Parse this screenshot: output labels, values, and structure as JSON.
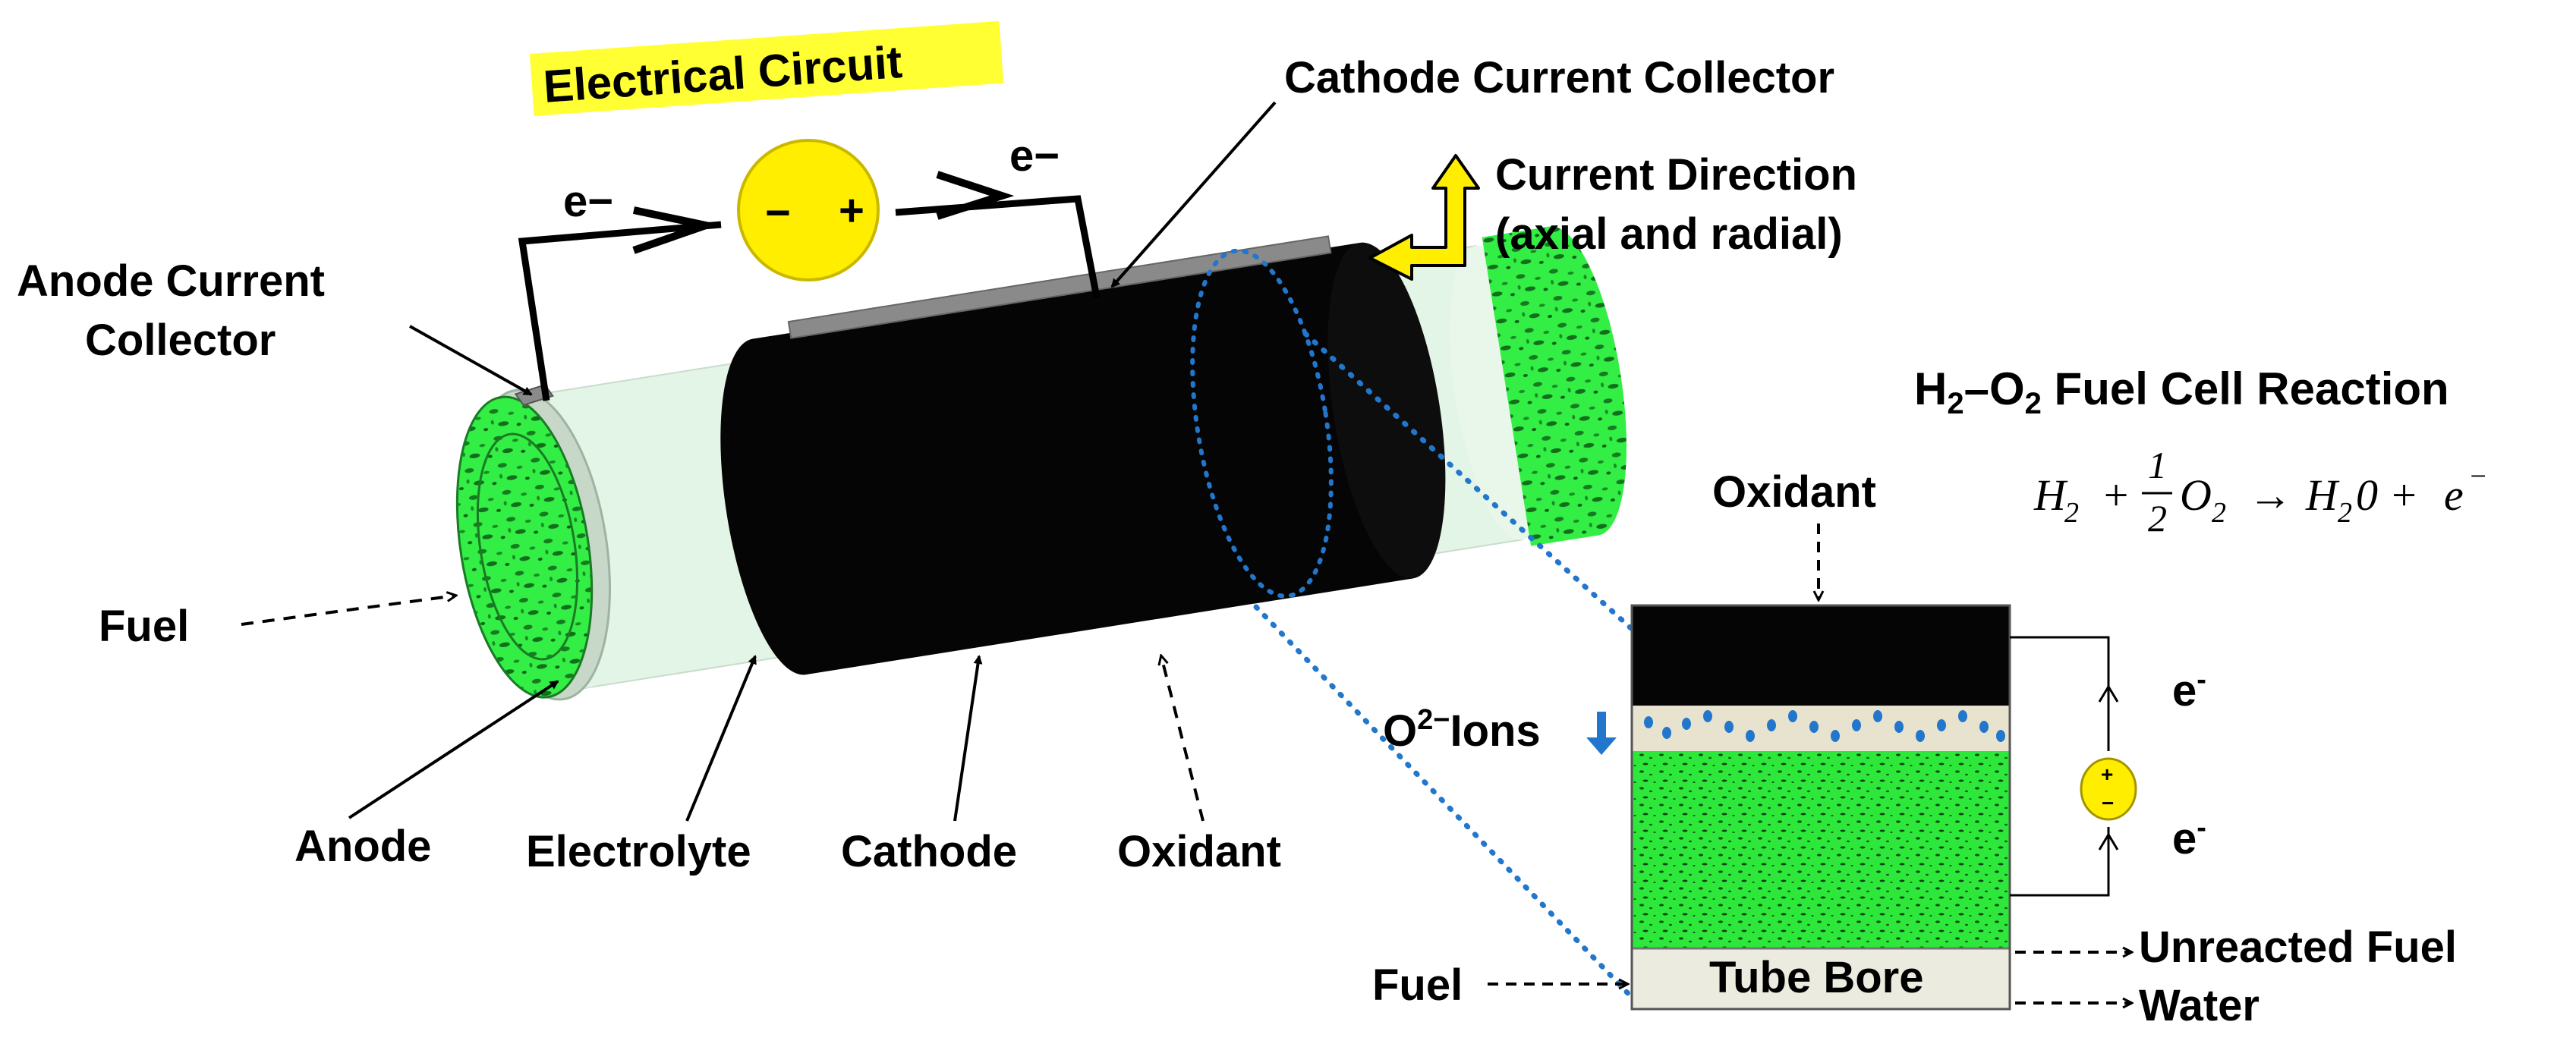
{
  "labels": {
    "electrical_circuit": "Electrical Circuit",
    "cathode_current_collector": "Cathode Current Collector",
    "current_direction_line1": "Current Direction",
    "current_direction_line2": "(axial and radial)",
    "anode_current_collector_line1": "Anode Current",
    "anode_current_collector_line2": "Collector",
    "fuel": "Fuel",
    "anode": "Anode",
    "electrolyte": "Electrolyte",
    "cathode": "Cathode",
    "oxidant": "Oxidant",
    "electron_left": "e−",
    "electron_right": "e−",
    "battery_minus": "−",
    "battery_plus": "+"
  },
  "reaction": {
    "title_h": "H",
    "title_sub1": "2",
    "title_mid": "–O",
    "title_sub2": "2",
    "title_rest": " Fuel Cell Reaction",
    "eq_h": "H",
    "eq_sub_h2": "2",
    "eq_plus": "+",
    "eq_num": "1",
    "eq_den": "2",
    "eq_o": "O",
    "eq_sub_o2": "2",
    "eq_arrow": "→",
    "eq_h2o": "H",
    "eq_sub_h2o": "2",
    "eq_zero": "0 +",
    "eq_e": "e",
    "eq_e_sup": "−"
  },
  "cross_section": {
    "oxidant": "Oxidant",
    "ions_o": "O",
    "ions_sup": "2−",
    "ions_rest": "Ions",
    "tube_bore": "Tube Bore",
    "fuel": "Fuel",
    "unreacted_fuel": "Unreacted Fuel",
    "water": "Water",
    "electron_top": "e",
    "electron_top_sup": "-",
    "electron_bottom": "e",
    "electron_bottom_sup": "-",
    "battery_plus": "+",
    "battery_minus": "−"
  },
  "colors": {
    "anode_green": "#33ee44",
    "electrolyte": "#e3f5e6",
    "cathode_black": "#050505",
    "collector_gray": "#8a8a8a",
    "battery_yellow": "#ffee00",
    "highlight_yellow": "#ffff33",
    "zoom_blue": "#2277cc",
    "tube_bore_bg": "#ecebdf"
  }
}
